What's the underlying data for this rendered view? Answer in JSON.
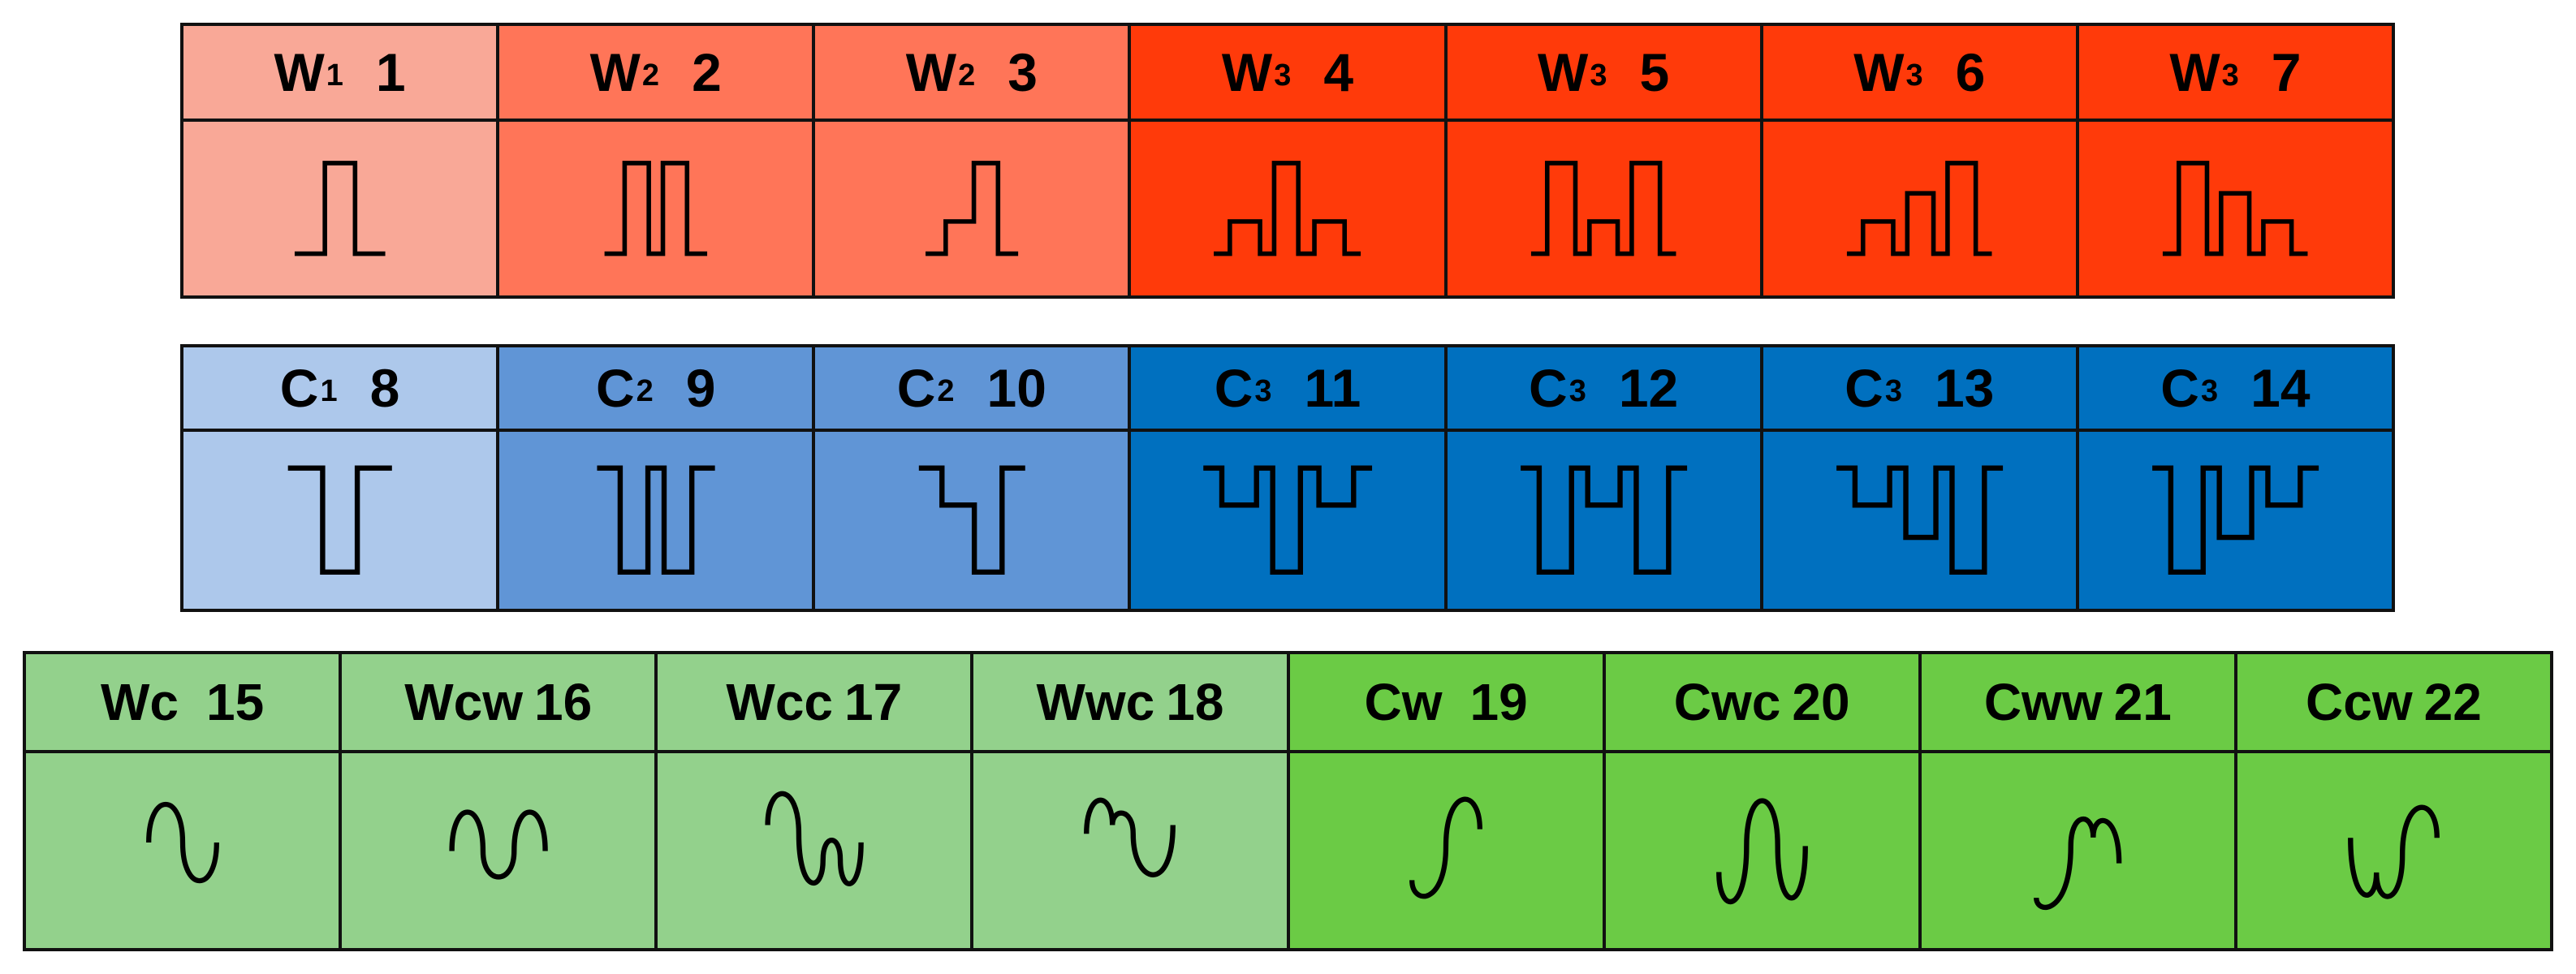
{
  "rows": [
    {
      "id": "w",
      "cells": [
        {
          "base": "W",
          "sub": "1",
          "num": "1",
          "color": "#F9A897",
          "wave": "w1"
        },
        {
          "base": "W",
          "sub": "2",
          "num": "2",
          "color": "#FF7558",
          "wave": "w2"
        },
        {
          "base": "W",
          "sub": "2",
          "num": "3",
          "color": "#FF7558",
          "wave": "w3"
        },
        {
          "base": "W",
          "sub": "3",
          "num": "4",
          "color": "#FF3A0A",
          "wave": "w4"
        },
        {
          "base": "W",
          "sub": "3",
          "num": "5",
          "color": "#FF3A0A",
          "wave": "w5"
        },
        {
          "base": "W",
          "sub": "3",
          "num": "6",
          "color": "#FF3A0A",
          "wave": "w6"
        },
        {
          "base": "W",
          "sub": "3",
          "num": "7",
          "color": "#FF3A0A",
          "wave": "w7"
        }
      ]
    },
    {
      "id": "c",
      "cells": [
        {
          "base": "C",
          "sub": "1",
          "num": "8",
          "color": "#ADC8EB",
          "wave": "w1"
        },
        {
          "base": "C",
          "sub": "2",
          "num": "9",
          "color": "#6095D6",
          "wave": "w2"
        },
        {
          "base": "C",
          "sub": "2",
          "num": "10",
          "color": "#6095D6",
          "wave": "w3"
        },
        {
          "base": "C",
          "sub": "3",
          "num": "11",
          "color": "#0070BF",
          "wave": "w4"
        },
        {
          "base": "C",
          "sub": "3",
          "num": "12",
          "color": "#0070BF",
          "wave": "w5"
        },
        {
          "base": "C",
          "sub": "3",
          "num": "13",
          "color": "#0070BF",
          "wave": "w6"
        },
        {
          "base": "C",
          "sub": "3",
          "num": "14",
          "color": "#0070BF",
          "wave": "w7"
        }
      ]
    },
    {
      "id": "g",
      "cells": [
        {
          "base": "Wc",
          "sub": "",
          "num": "15",
          "color": "#93D18C",
          "wave": "g15"
        },
        {
          "base": "Wcw",
          "sub": "",
          "num": "16",
          "color": "#93D18C",
          "wave": "g16"
        },
        {
          "base": "Wcc",
          "sub": "",
          "num": "17",
          "color": "#93D18C",
          "wave": "g17"
        },
        {
          "base": "Wwc",
          "sub": "",
          "num": "18",
          "color": "#93D18C",
          "wave": "g18"
        },
        {
          "base": "Cw",
          "sub": "",
          "num": "19",
          "color": "#6BCB45",
          "wave": "g19"
        },
        {
          "base": "Cwc",
          "sub": "",
          "num": "20",
          "color": "#6BCB45",
          "wave": "g20"
        },
        {
          "base": "Cww",
          "sub": "",
          "num": "21",
          "color": "#6BCB45",
          "wave": "g21"
        },
        {
          "base": "Ccw",
          "sub": "",
          "num": "22",
          "color": "#6BCB45",
          "wave": "g22"
        }
      ]
    }
  ]
}
